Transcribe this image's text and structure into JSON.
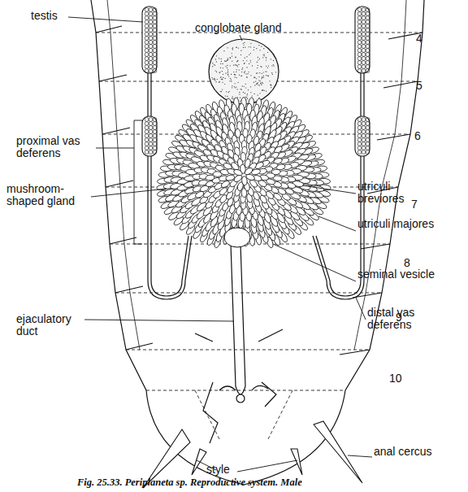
{
  "diagram": {
    "caption": "Fig. 25.33. Periplaneta sp. Reproductive system. Male",
    "labels": [
      "testis",
      "conglobate gland",
      "proximal vas deferens",
      "mushroom-shaped gland",
      "utriculi breviores",
      "utriculi majores",
      "seminal vesicle",
      "ejaculatory duct",
      "distal vas deferens",
      "style",
      "anal cercus",
      "4",
      "5",
      "6",
      "7",
      "8",
      "9",
      "10"
    ]
  }
}
